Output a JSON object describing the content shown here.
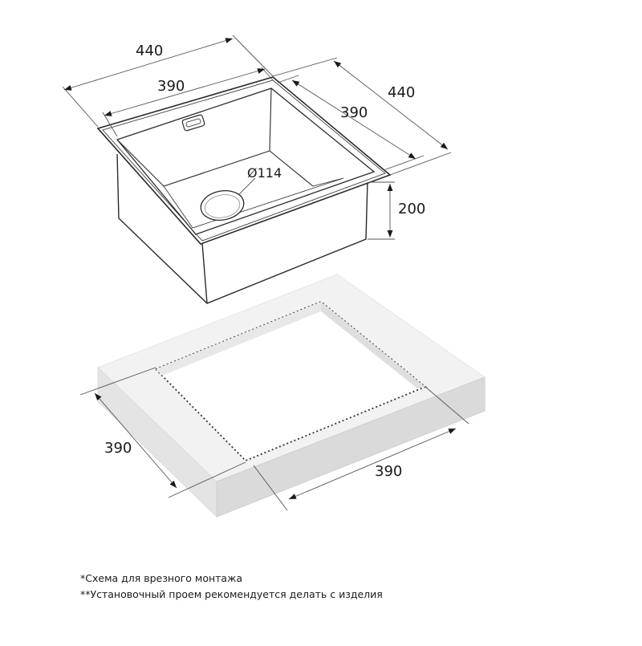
{
  "sink": {
    "width_label": "440",
    "inner_width_label": "390",
    "depth_label": "440",
    "inner_depth_label": "390",
    "height_label": "200",
    "drain_label": "Ø114"
  },
  "cutout": {
    "width_label": "390",
    "depth_label": "390"
  },
  "notes": {
    "line1": "*Схема для врезного монтажа",
    "line2": "**Установочный проем рекомендуется делать с изделия"
  }
}
